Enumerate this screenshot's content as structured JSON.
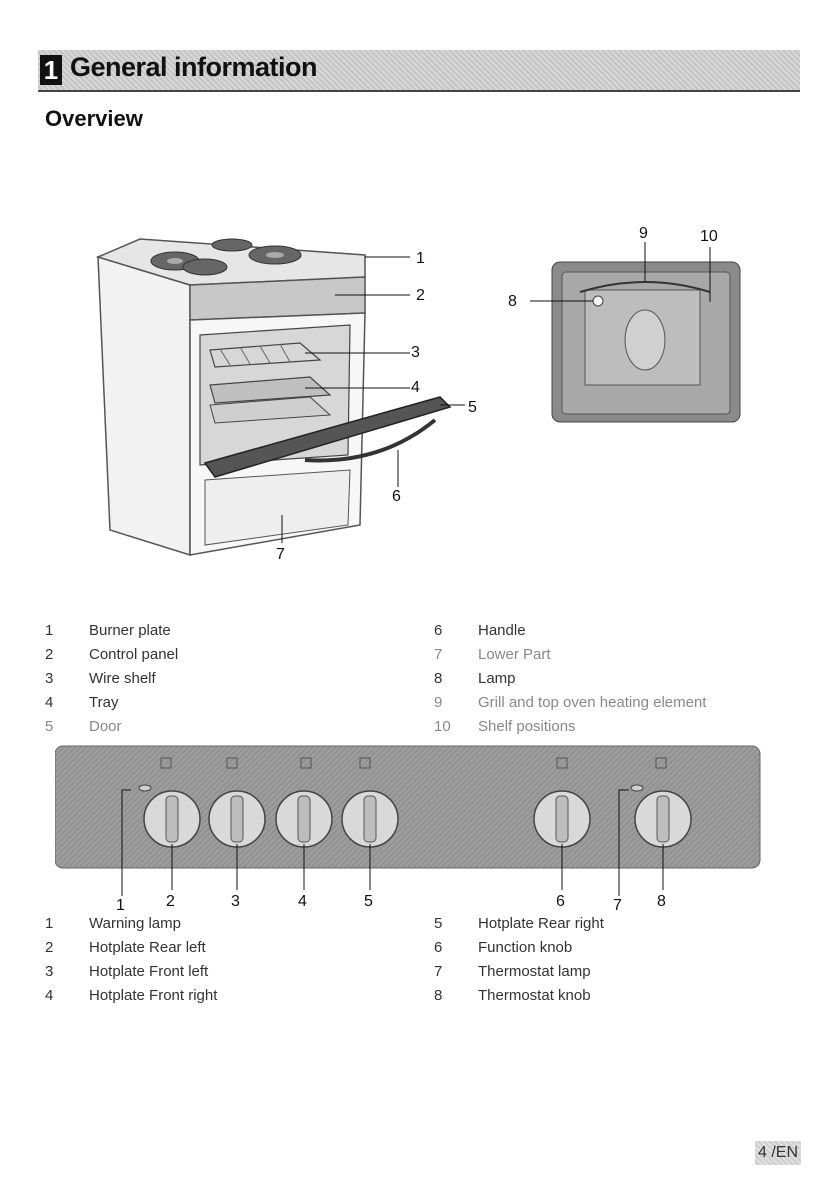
{
  "header": {
    "section_number": "1",
    "title": "General information"
  },
  "subtitle": "Overview",
  "oven_callouts": [
    "1",
    "2",
    "3",
    "4",
    "5",
    "6",
    "7"
  ],
  "cavity_callouts": [
    "8",
    "9",
    "10"
  ],
  "parts_left": [
    {
      "num": "1",
      "label": "Burner plate"
    },
    {
      "num": "2",
      "label": "Control panel"
    },
    {
      "num": "3",
      "label": "Wire shelf"
    },
    {
      "num": "4",
      "label": "Tray"
    },
    {
      "num": "5",
      "label": "Door"
    }
  ],
  "parts_right": [
    {
      "num": "6",
      "label": "Handle"
    },
    {
      "num": "7",
      "label": "Lower Part"
    },
    {
      "num": "8",
      "label": "Lamp"
    },
    {
      "num": "9",
      "label": "Grill and top oven heating element"
    },
    {
      "num": "10",
      "label": "Shelf positions"
    }
  ],
  "panel_callouts": [
    "1",
    "2",
    "3",
    "4",
    "5",
    "6",
    "7",
    "8"
  ],
  "controls_left": [
    {
      "num": "1",
      "label": "Warning lamp"
    },
    {
      "num": "2",
      "label": "Hotplate Rear left"
    },
    {
      "num": "3",
      "label": "Hotplate Front left"
    },
    {
      "num": "4",
      "label": "Hotplate Front right"
    }
  ],
  "controls_right": [
    {
      "num": "5",
      "label": "Hotplate Rear right"
    },
    {
      "num": "6",
      "label": "Function knob"
    },
    {
      "num": "7",
      "label": "Thermostat lamp"
    },
    {
      "num": "8",
      "label": "Thermostat knob"
    }
  ],
  "page_number": "4 /EN"
}
